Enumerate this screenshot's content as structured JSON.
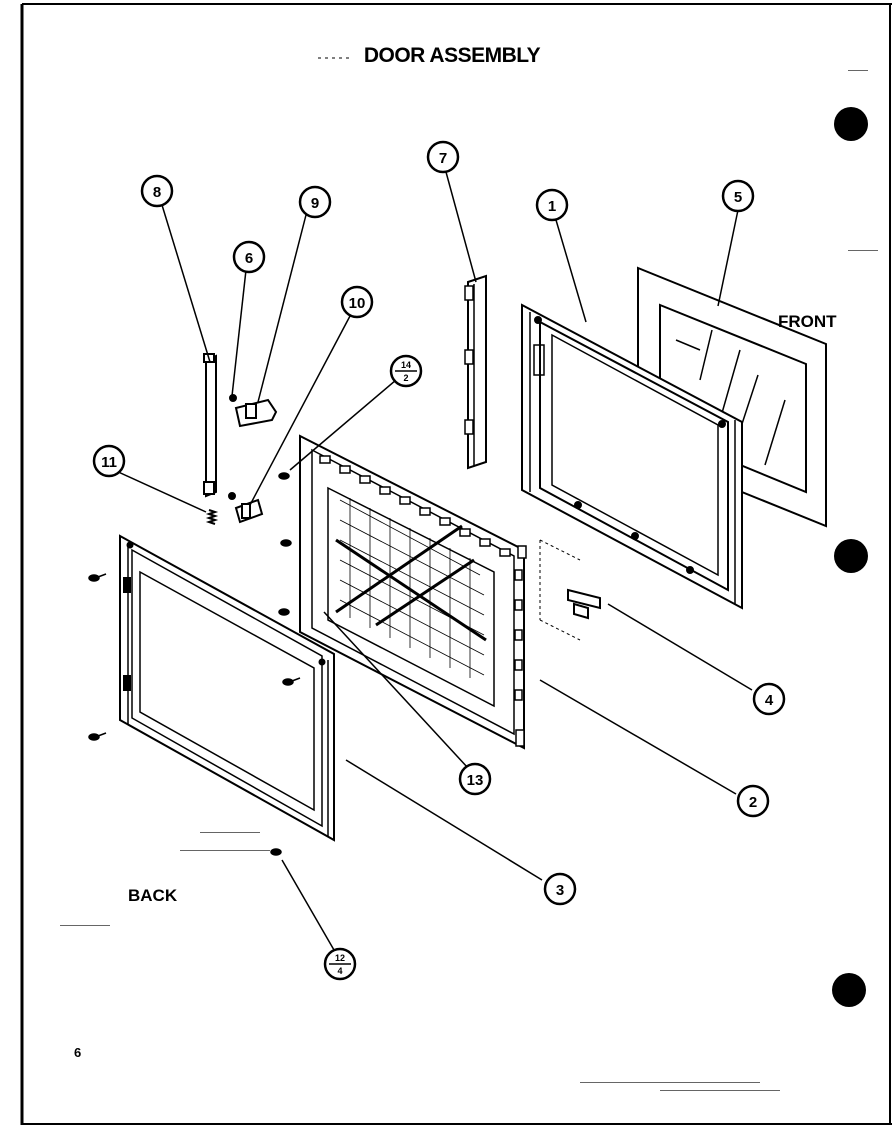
{
  "diagram": {
    "title": "DOOR ASSEMBLY",
    "front_label": "FRONT",
    "back_label": "BACK",
    "page_number": "6",
    "colors": {
      "ink": "#000000",
      "paper": "#ffffff"
    },
    "callouts": {
      "c1": "1",
      "c2": "2",
      "c3": "3",
      "c4": "4",
      "c5": "5",
      "c6": "6",
      "c7": "7",
      "c8": "8",
      "c9": "9",
      "c10": "10",
      "c11": "11",
      "c13": "13",
      "c14_top": "14",
      "c14_bottom": "2",
      "c12_top": "12",
      "c12_bottom": "4"
    }
  }
}
